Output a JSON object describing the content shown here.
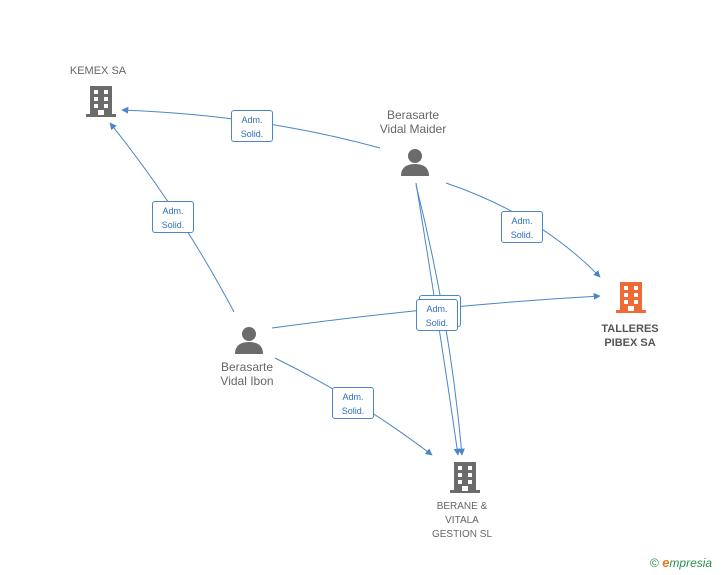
{
  "colors": {
    "edge": "#4a86c8",
    "company": "#6b6b6b",
    "target_company": "#f06a35",
    "person": "#6b6b6b"
  },
  "nodes": {
    "kemex": {
      "label": "KEMEX SA",
      "icon": "building-icon"
    },
    "maider": {
      "line1": "Berasarte",
      "line2": "Vidal Maider",
      "icon": "person-icon"
    },
    "talleres": {
      "line1": "TALLERES",
      "line2": "PIBEX SA",
      "icon": "building-icon"
    },
    "ibon": {
      "line1": "Berasarte",
      "line2": "Vidal Ibon",
      "icon": "person-icon"
    },
    "berane": {
      "line1": "BERANE &",
      "line2": "VITALA",
      "line3": "GESTION SL",
      "icon": "building-icon"
    }
  },
  "edge_labels": {
    "maider_kemex": {
      "l1": "Adm.",
      "l2": "Solid."
    },
    "ibon_kemex": {
      "l1": "Adm.",
      "l2": "Solid."
    },
    "maider_talleres": {
      "l1": "Adm.",
      "l2": "Solid."
    },
    "center": {
      "l1": "Adm.",
      "l2": "Solid."
    },
    "ibon_berane": {
      "l1": "Adm.",
      "l2": "Solid."
    }
  },
  "brand": {
    "copyright": "©",
    "e": "e",
    "rest": "mpresia"
  }
}
